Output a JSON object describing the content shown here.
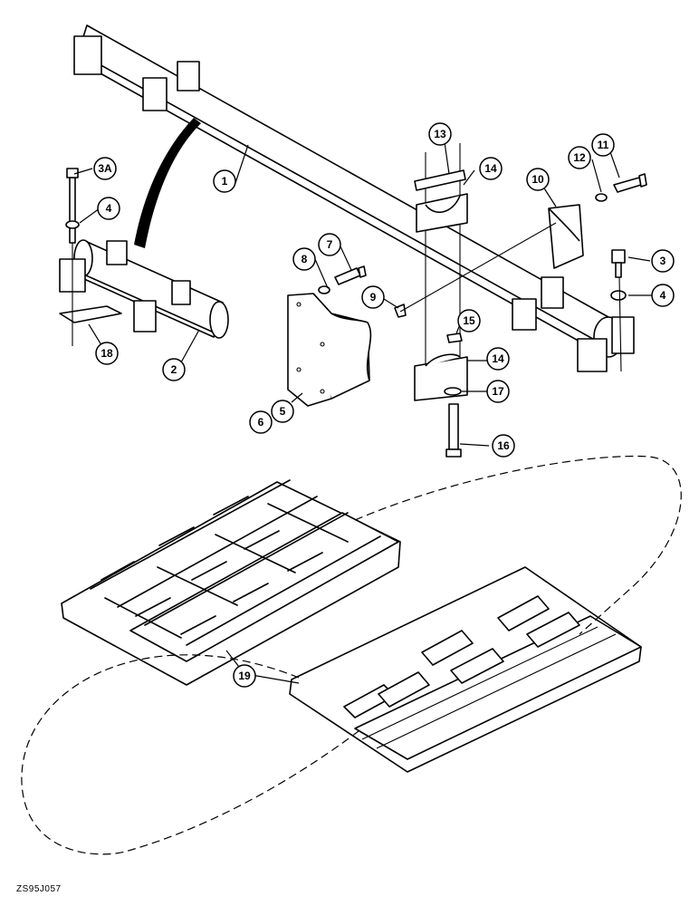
{
  "figure_code": "ZS95J057",
  "callouts": [
    "1",
    "2",
    "3",
    "3A",
    "4",
    "4",
    "5",
    "6",
    "7",
    "8",
    "9",
    "10",
    "11",
    "12",
    "13",
    "14",
    "14",
    "15",
    "16",
    "17",
    "18",
    "19"
  ]
}
